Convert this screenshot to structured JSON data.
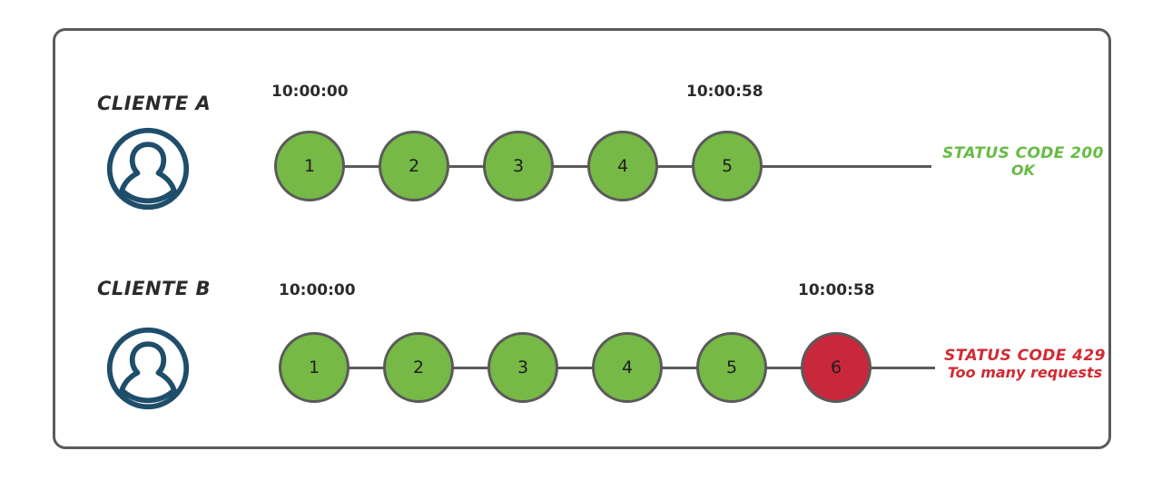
{
  "diagram": {
    "title_context": "rate limiting request sequence",
    "colors": {
      "frame_border": "#5a5a5a",
      "node_ok": "#76b946",
      "node_error": "#c9273c",
      "node_border": "#5a5a5a",
      "avatar": "#1f4e6b",
      "status_ok_text": "#67bb45",
      "status_error_text": "#d12b33",
      "label_text": "#2b2b2b"
    },
    "rows": [
      {
        "id": "client-a",
        "label": "CLIENTE A",
        "avatar_icon": "person-circle-icon",
        "time_start": "10:00:00",
        "time_end": "10:00:58",
        "nodes": [
          {
            "number": "1",
            "state": "ok"
          },
          {
            "number": "2",
            "state": "ok"
          },
          {
            "number": "3",
            "state": "ok"
          },
          {
            "number": "4",
            "state": "ok"
          },
          {
            "number": "5",
            "state": "ok"
          }
        ],
        "status_main": "STATUS CODE 200",
        "status_sub": "OK",
        "status_state": "ok"
      },
      {
        "id": "client-b",
        "label": "CLIENTE B",
        "avatar_icon": "person-circle-icon",
        "time_start": "10:00:00",
        "time_end": "10:00:58",
        "nodes": [
          {
            "number": "1",
            "state": "ok"
          },
          {
            "number": "2",
            "state": "ok"
          },
          {
            "number": "3",
            "state": "ok"
          },
          {
            "number": "4",
            "state": "ok"
          },
          {
            "number": "5",
            "state": "ok"
          },
          {
            "number": "6",
            "state": "error"
          }
        ],
        "status_main": "STATUS CODE 429",
        "status_sub": "Too many requests",
        "status_state": "error"
      }
    ]
  }
}
